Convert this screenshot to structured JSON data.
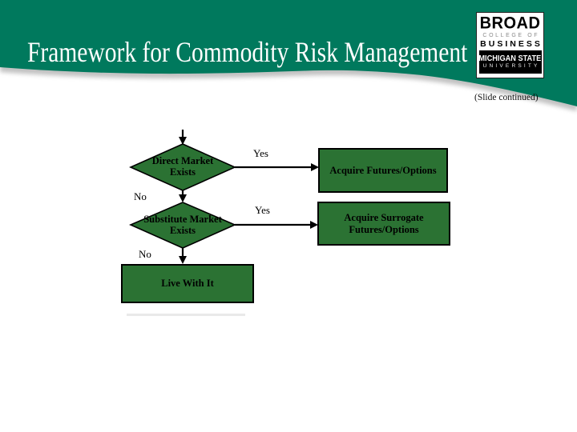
{
  "slide": {
    "title": "Framework for Commodity Risk Management",
    "continued_note": "(Slide continued)"
  },
  "logo": {
    "brand": "BROAD",
    "college_of": "COLLEGE OF",
    "business": "BUSINESS",
    "university_line1": "MICHIGAN STATE",
    "university_line2": "UNIVERSITY"
  },
  "flowchart": {
    "decision1_line1": "Direct Market",
    "decision1_line2": "Exists",
    "yes1": "Yes",
    "no1": "No",
    "action1": "Acquire Futures/Options",
    "decision2_line1": "Substitute Market",
    "decision2_line2": "Exists",
    "yes2": "Yes",
    "no2": "No",
    "action2_line1": "Acquire Surrogate",
    "action2_line2": "Futures/Options",
    "action3": "Live With It"
  },
  "colors": {
    "header_green": "#00795d",
    "shape_green": "#2b7233",
    "title_text": "#ffffff",
    "shadow_gray": "#8f8f8f"
  }
}
